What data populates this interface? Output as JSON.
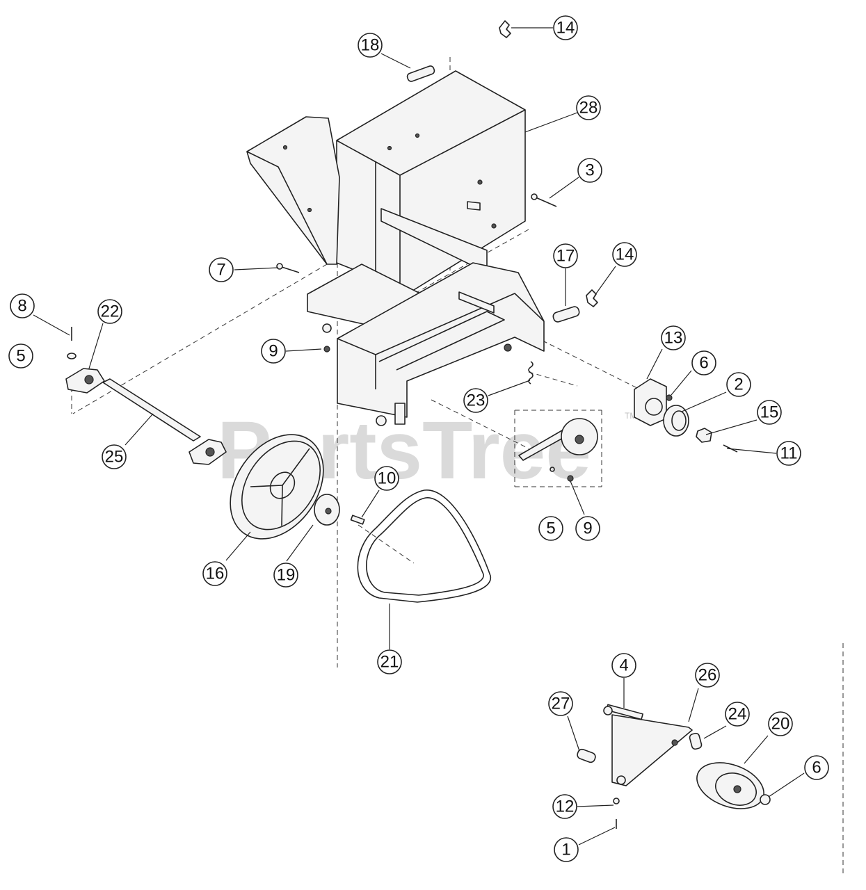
{
  "watermark": {
    "text": "PartsTree",
    "trademark": "TM"
  },
  "callouts": [
    {
      "label": "14"
    },
    {
      "label": "18"
    },
    {
      "label": "28"
    },
    {
      "label": "3"
    },
    {
      "label": "17"
    },
    {
      "label": "14"
    },
    {
      "label": "7"
    },
    {
      "label": "8"
    },
    {
      "label": "22"
    },
    {
      "label": "5"
    },
    {
      "label": "9"
    },
    {
      "label": "13"
    },
    {
      "label": "6"
    },
    {
      "label": "2"
    },
    {
      "label": "15"
    },
    {
      "label": "11"
    },
    {
      "label": "23"
    },
    {
      "label": "25"
    },
    {
      "label": "10"
    },
    {
      "label": "5"
    },
    {
      "label": "9"
    },
    {
      "label": "16"
    },
    {
      "label": "19"
    },
    {
      "label": "21"
    },
    {
      "label": "4"
    },
    {
      "label": "26"
    },
    {
      "label": "27"
    },
    {
      "label": "24"
    },
    {
      "label": "20"
    },
    {
      "label": "6"
    },
    {
      "label": "12"
    },
    {
      "label": "1"
    }
  ]
}
